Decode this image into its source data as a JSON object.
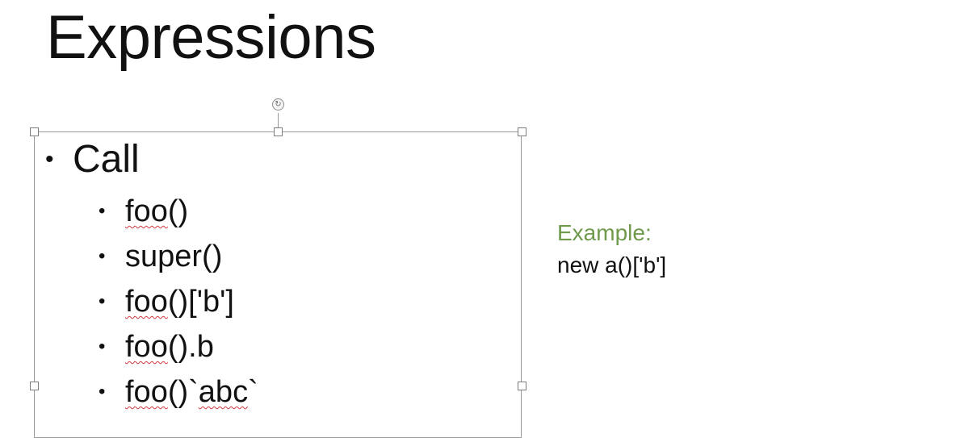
{
  "slide": {
    "title": "Expressions"
  },
  "textbox": {
    "heading": {
      "bullet": "•",
      "text": "Call"
    },
    "items": [
      {
        "bullet": "•",
        "word": "foo",
        "rest": "()",
        "spellcheck": true
      },
      {
        "bullet": "•",
        "word": "super()",
        "rest": "",
        "spellcheck": false
      },
      {
        "bullet": "•",
        "word": "foo",
        "rest": "()['b']",
        "spellcheck": true
      },
      {
        "bullet": "•",
        "word": "foo",
        "rest": "().b",
        "spellcheck": true
      },
      {
        "bullet": "•",
        "word": "foo",
        "rest": "()`",
        "tail": "abc",
        "end": "`",
        "spellcheck": true
      }
    ]
  },
  "example": {
    "label": "Example:",
    "code": "new a()['b']",
    "label_color": "#6f9a4c"
  },
  "icons": {
    "rotate_handle": "rotate-handle-icon"
  }
}
